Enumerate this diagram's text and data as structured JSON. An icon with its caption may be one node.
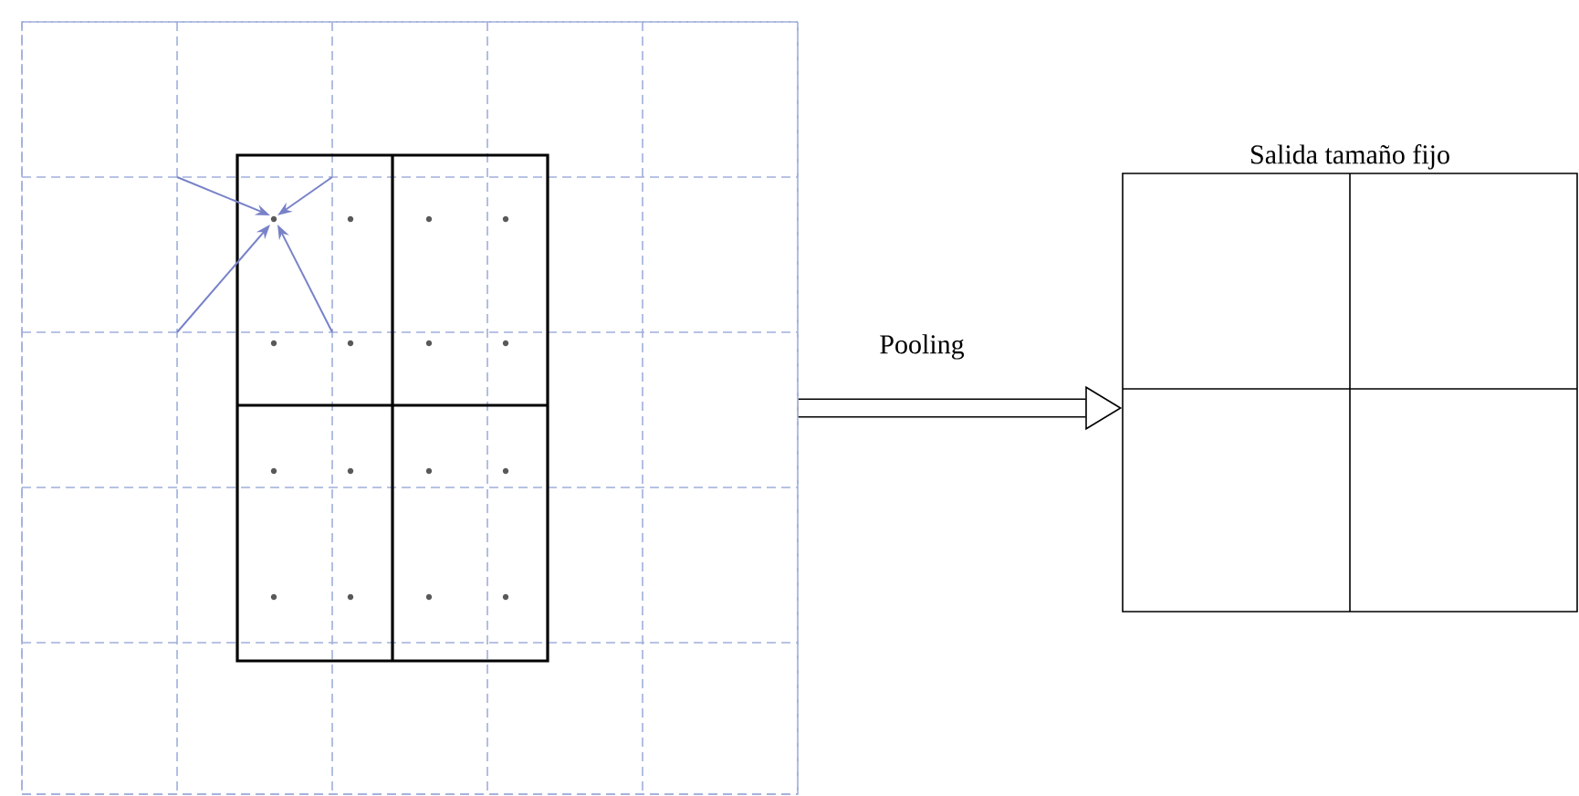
{
  "diagram": {
    "nodes": [
      {
        "text": [],
        "shape": "box"
      },
      {
        "text": [
          "Salida tamaño fijo"
        ]
      }
    ],
    "edges": [
      {
        "from": 0,
        "to": 1,
        "arrow": "to",
        "label": "Pooling"
      }
    ]
  }
}
